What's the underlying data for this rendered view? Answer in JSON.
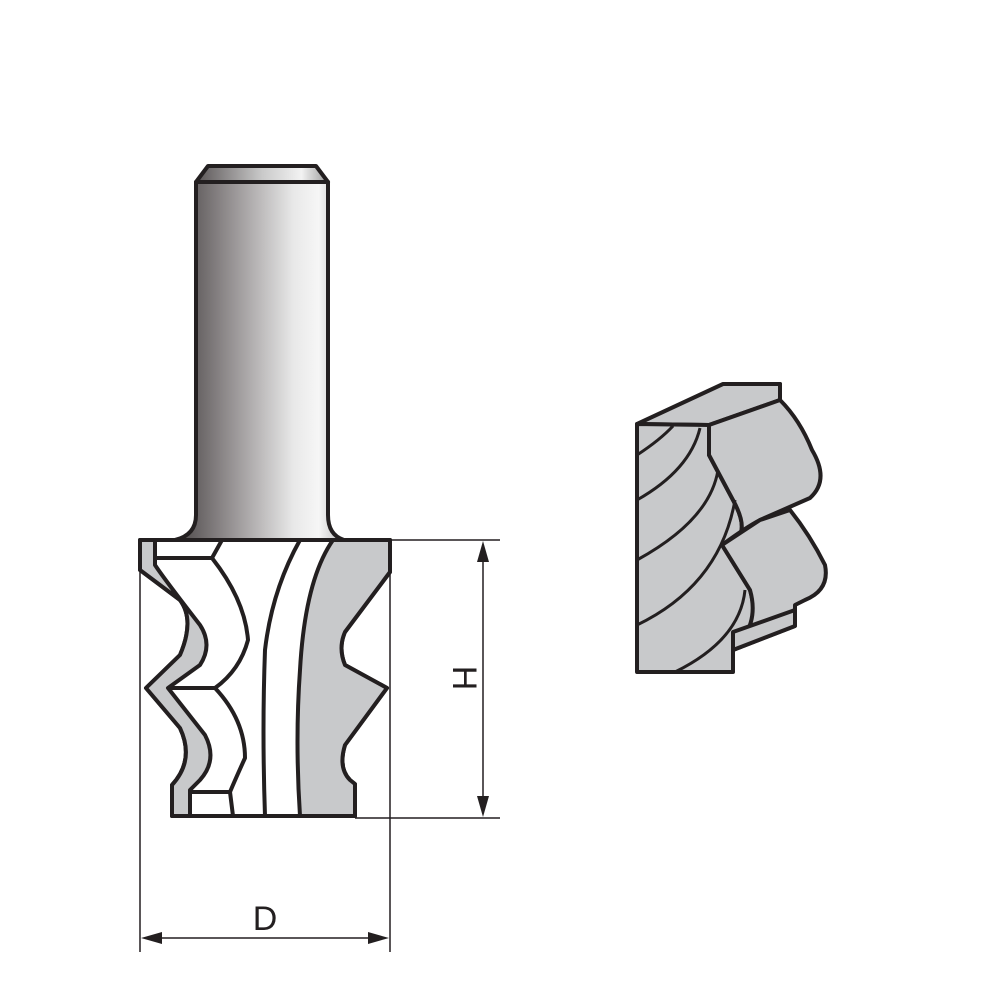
{
  "diagram": {
    "type": "router-bit-technical-drawing",
    "subject": "Door/window frame profile router bit with shank",
    "colors": {
      "outline": "#231f20",
      "cutter_fill": "#c8c9cb",
      "background": "#ffffff",
      "shank_dark": "#4a4546",
      "shank_light": "#f4f4f4"
    },
    "dimensions": {
      "height_label": "H",
      "diameter_label": "D"
    },
    "parts": {
      "shank": "cylindrical shank",
      "cutter": "profile cutter body",
      "workpiece": "profiled wood sample"
    }
  }
}
